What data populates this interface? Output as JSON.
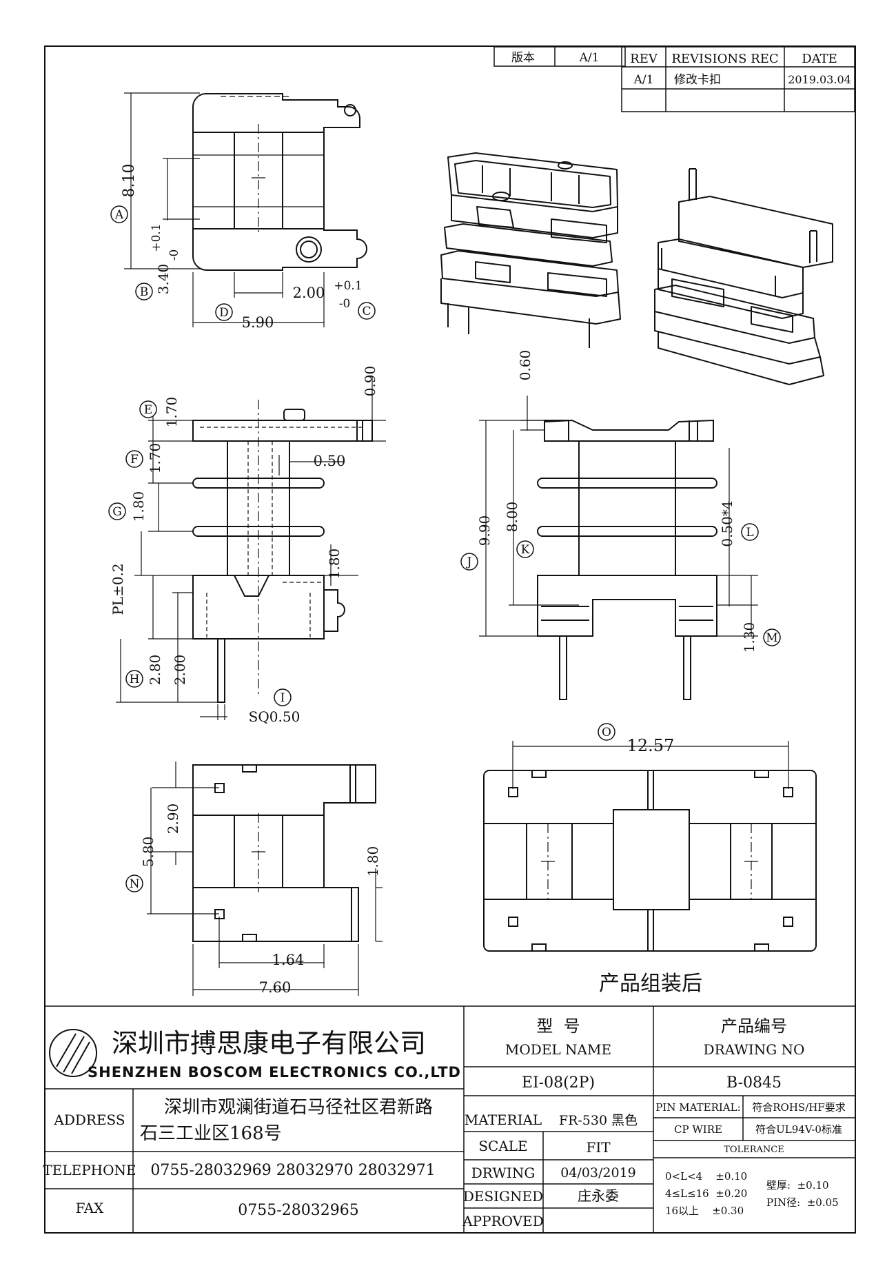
{
  "revision_block": {
    "version_label": "版本",
    "version_value": "A/1",
    "rev_header": "REV",
    "revisions_header": "REVISIONS REC",
    "date_header": "DATE",
    "rev_value": "A/1",
    "revision_text": "修改卡扣",
    "revision_date": "2019.03.04"
  },
  "dimensions": {
    "A": "8.10",
    "B_value": "3.40",
    "B_tol_plus": "+0.1",
    "B_tol_minus": "-0",
    "C_value": "2.00",
    "C_tol_plus": "+0.1",
    "C_tol_minus": "-0",
    "D": "5.90",
    "E": "1.70",
    "F": "1.70",
    "G": "1.80",
    "top_thick": "0.90",
    "flange": "0.50",
    "PL": "PL±0.2",
    "bottom_flange": "1.80",
    "H": "2.80",
    "pin_len": "2.00",
    "I": "SQ0.50",
    "pin_top": "0.60",
    "J": "9.90",
    "K": "8.00",
    "L": "0.50*4",
    "M": "1.30",
    "N": "5.80",
    "bottom_2_90": "2.90",
    "right_1_80": "1.80",
    "bottom_1_64": "1.64",
    "bottom_7_60": "7.60",
    "O": "12.57"
  },
  "circle_labels": [
    "A",
    "B",
    "C",
    "D",
    "E",
    "F",
    "G",
    "H",
    "I",
    "J",
    "K",
    "L",
    "M",
    "N",
    "O"
  ],
  "assembled_caption": "产品组装后",
  "title_block": {
    "company_cn": "深圳市搏思康电子有限公司",
    "company_en": "SHENZHEN BOSCOM ELECTRONICS CO.,LTD",
    "model_label_cn": "型  号",
    "model_label_en": "MODEL NAME",
    "drawing_label_cn": "产品编号",
    "drawing_label_en": "DRAWING NO",
    "model_value": "EI-08(2P)",
    "drawing_value": "B-0845",
    "address_label": "ADDRESS",
    "address_line1": "深圳市观澜街道石马径社区君新路",
    "address_line2": "石三工业区168号",
    "telephone_label": "TELEPHONE",
    "telephone_value": "0755-28032969 28032970 28032971",
    "fax_label": "FAX",
    "fax_value": "0755-28032965",
    "material_label": "MATERIAL",
    "material_value": "FR-530 黑色",
    "scale_label": "SCALE",
    "scale_value": "FIT",
    "drawing_date_label": "DRWING",
    "drawing_date_value": "04/03/2019",
    "designed_label": "DESIGNED",
    "designed_value": "庄永委",
    "approved_label": "APPROVED",
    "approved_value": "",
    "pin_material_label": "PIN MATERIAL:",
    "pin_material_value": "符合ROHS/HF要求",
    "cp_wire_label": "CP WIRE",
    "cp_wire_value": "符合UL94V-0标准",
    "tolerance_label": "TOLERANCE",
    "tol_row1": "0<L<4    ±0.10",
    "tol_row2": "4≤L≤16  ±0.20",
    "tol_row3": "16以上    ±0.30",
    "wall_label": "壁厚:  ±0.10",
    "pin_dia_label": "PIN径:  ±0.05"
  }
}
